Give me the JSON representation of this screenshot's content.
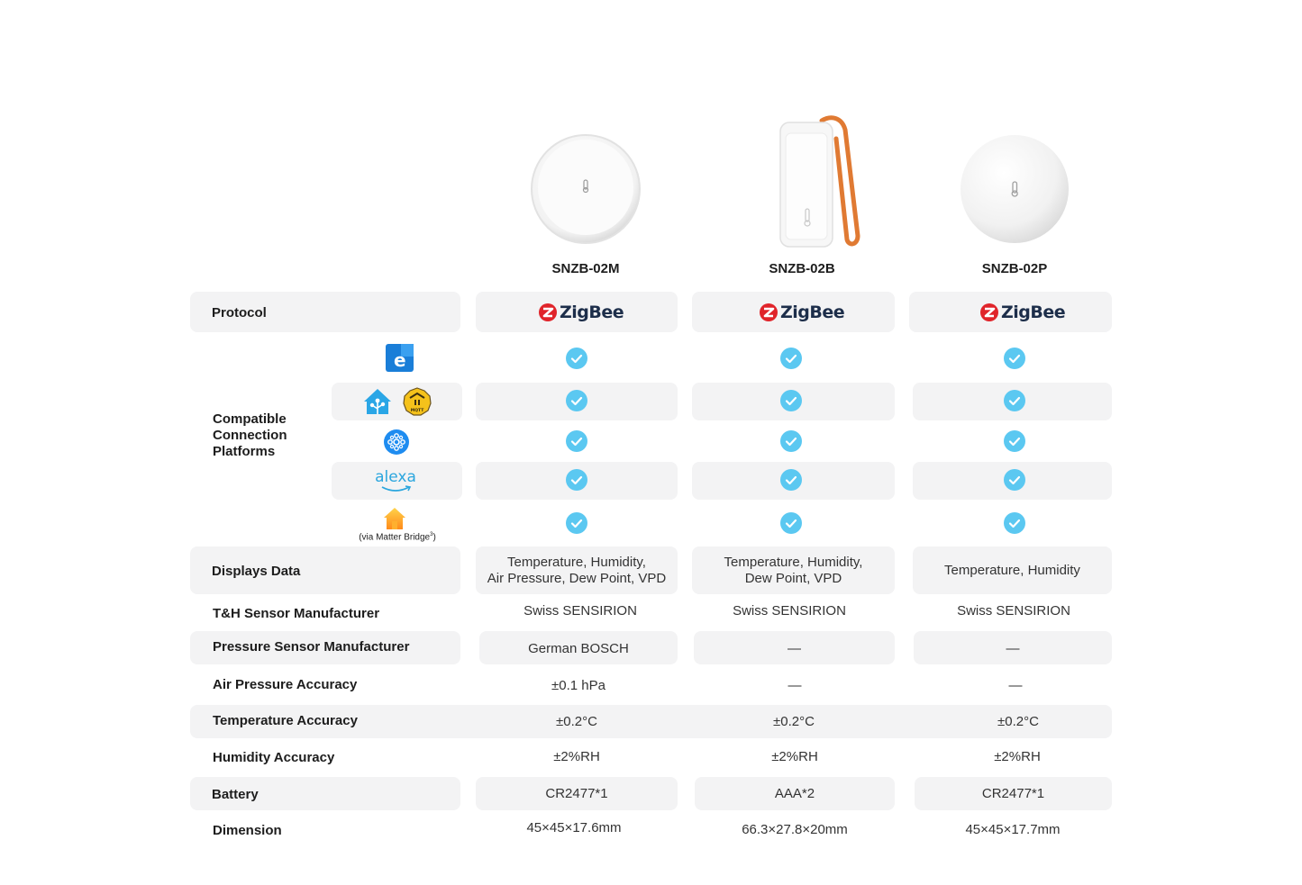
{
  "products": [
    {
      "name": "SNZB-02M"
    },
    {
      "name": "SNZB-02B"
    },
    {
      "name": "SNZB-02P"
    }
  ],
  "rows": {
    "protocol": {
      "label": "Protocol",
      "values": [
        "ZigBee",
        "ZigBee",
        "ZigBee"
      ]
    },
    "compatible": {
      "label": "Compatible Connection Platforms",
      "platforms": [
        "ewelink-icon",
        "home-assistant-icon",
        "mqtt-icon",
        "smartthings-icon",
        "alexa-icon",
        "apple-home-icon"
      ],
      "alexa_text": "alexa",
      "apple_note": "(via Matter Bridge",
      "apple_note_sup": "3",
      "apple_note_end": ")"
    },
    "displays": {
      "label": "Displays Data",
      "values": [
        [
          "Temperature, Humidity,",
          "Air Pressure, Dew Point, VPD"
        ],
        [
          "Temperature, Humidity,",
          "Dew Point, VPD"
        ],
        [
          "Temperature, Humidity",
          ""
        ]
      ]
    },
    "th_manufacturer": {
      "label": "T&H Sensor Manufacturer",
      "values": [
        "Swiss SENSIRION",
        "Swiss SENSIRION",
        "Swiss SENSIRION"
      ]
    },
    "pressure_manufacturer": {
      "label": "Pressure Sensor Manufacturer",
      "values": [
        "German BOSCH",
        "—",
        "—"
      ]
    },
    "air_pressure_accuracy": {
      "label": "Air Pressure Accuracy",
      "values": [
        "±0.1 hPa",
        "—",
        "—"
      ]
    },
    "temperature_accuracy": {
      "label": "Temperature Accuracy",
      "values": [
        "±0.2°C",
        "±0.2°C",
        "±0.2°C"
      ]
    },
    "humidity_accuracy": {
      "label": "Humidity Accuracy",
      "values": [
        "±2%RH",
        "±2%RH",
        "±2%RH"
      ]
    },
    "battery": {
      "label": "Battery",
      "values": [
        "CR2477*1",
        "AAA*2",
        "CR2477*1"
      ]
    },
    "dimension": {
      "label": "Dimension",
      "values": [
        "45×45×17.6mm",
        "66.3×27.8×20mm",
        "45×45×17.7mm"
      ]
    }
  },
  "colors": {
    "check": "#5bc8f1",
    "row_bg": "#f3f3f4",
    "zigbee_red": "#e0242a"
  }
}
